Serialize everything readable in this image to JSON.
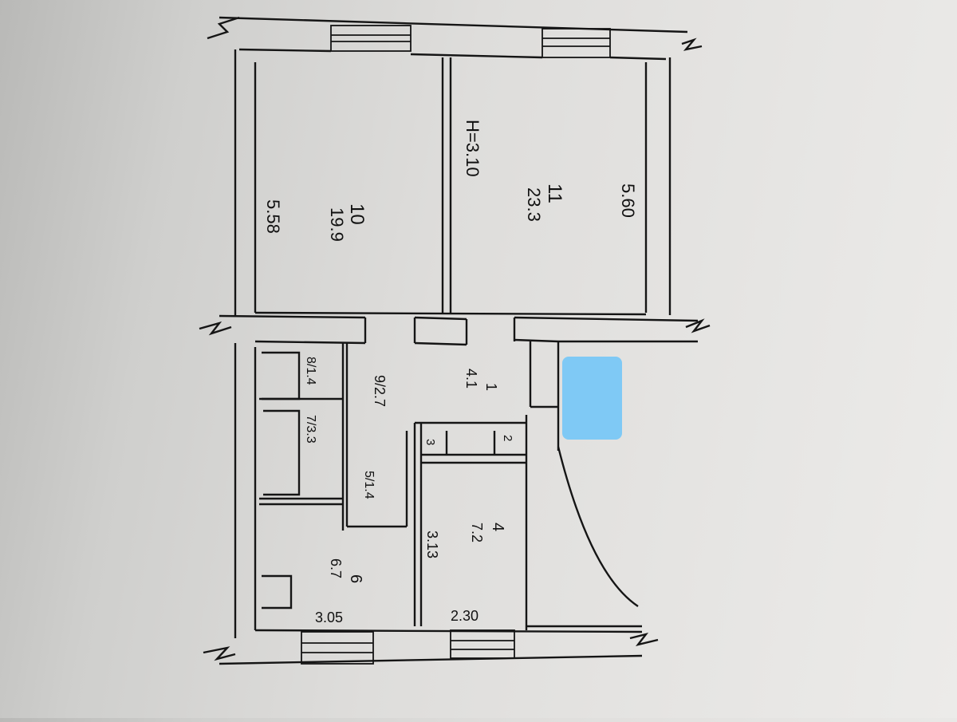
{
  "plan": {
    "ceiling_height": "H=3.10",
    "rooms": [
      {
        "id": "room-10",
        "label": "10",
        "area": "19.9",
        "dim": "5.58"
      },
      {
        "id": "room-11",
        "label": "11",
        "area": "23.3",
        "dim": "5.60"
      },
      {
        "id": "room-1",
        "label": "1",
        "area": "4.1"
      },
      {
        "id": "room-9",
        "label": "9/2.7"
      },
      {
        "id": "room-8",
        "label": "8/1.4"
      },
      {
        "id": "room-7",
        "label": "7/3.3"
      },
      {
        "id": "room-5",
        "label": "5/1.4"
      },
      {
        "id": "room-4",
        "label": "4",
        "area": "7.2",
        "dim": "3.13",
        "dim2": "2.30"
      },
      {
        "id": "room-6",
        "label": "6",
        "area": "6.7",
        "dim": "3.05"
      },
      {
        "id": "room-3",
        "label": "3"
      },
      {
        "id": "room-2",
        "label": "2"
      }
    ],
    "colors": {
      "ink": "#151515",
      "highlight": "#7fc9f5"
    }
  }
}
